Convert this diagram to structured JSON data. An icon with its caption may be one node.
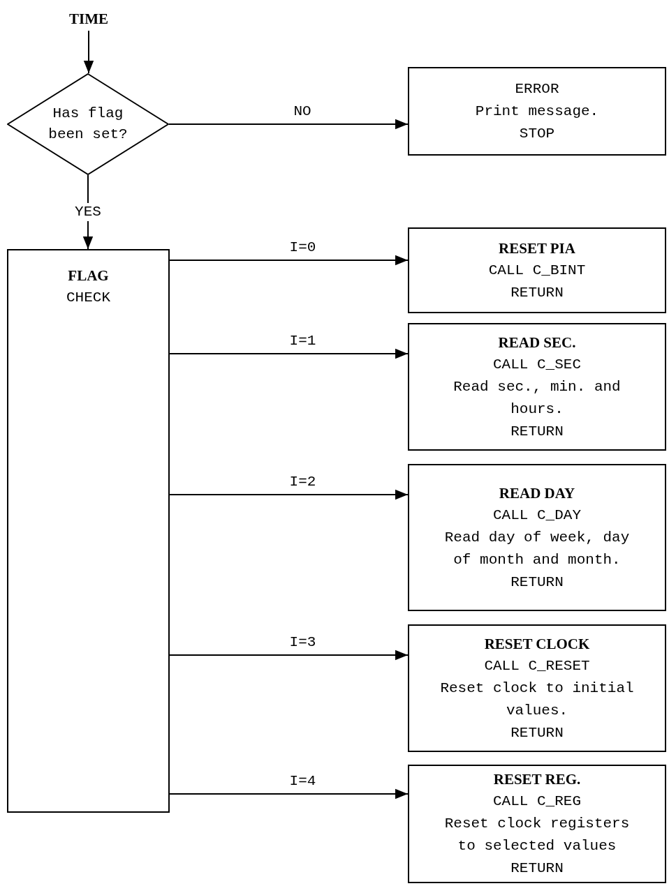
{
  "diagram": {
    "nodes": [
      {
        "text": [
          "TIME"
        ]
      },
      {
        "text": [
          "Has flag been set?"
        ]
      },
      {
        "text": [
          "ERROR",
          "Print message.",
          "STOP"
        ]
      },
      {
        "text": [
          "FLAG",
          "CHECK"
        ]
      },
      {
        "text": [
          "RESET PIA",
          "CALL C_BINT",
          "RETURN"
        ]
      },
      {
        "text": [
          "READ SEC.",
          "CALL C_SEC",
          "Read sec., min. and hours.",
          "RETURN"
        ]
      },
      {
        "text": [
          "READ DAY",
          "CALL C_DAY",
          "Read day of week, day of month and month.",
          "RETURN"
        ]
      },
      {
        "text": [
          "RESET CLOCK",
          "CALL C_RESET",
          "Reset clock to initial values.",
          "RETURN"
        ]
      },
      {
        "text": [
          "RESET REG.",
          "CALL C_REG",
          "Reset clock registers to selected values",
          "RETURN"
        ]
      }
    ],
    "edges": [
      {
        "from": 0,
        "to": 1,
        "arrow": "to"
      },
      {
        "from": 1,
        "to": 2,
        "arrow": "to",
        "label": "NO"
      },
      {
        "from": 1,
        "to": 3,
        "arrow": "to",
        "label": "YES"
      },
      {
        "from": 3,
        "to": 4,
        "arrow": "to",
        "label": "I=0"
      },
      {
        "from": 3,
        "to": 5,
        "arrow": "to",
        "label": "I=1"
      },
      {
        "from": 3,
        "to": 6,
        "arrow": "to",
        "label": "I=2"
      },
      {
        "from": 3,
        "to": 7,
        "arrow": "to",
        "label": "I=3"
      },
      {
        "from": 3,
        "to": 8,
        "arrow": "to",
        "label": "I=4"
      }
    ]
  }
}
